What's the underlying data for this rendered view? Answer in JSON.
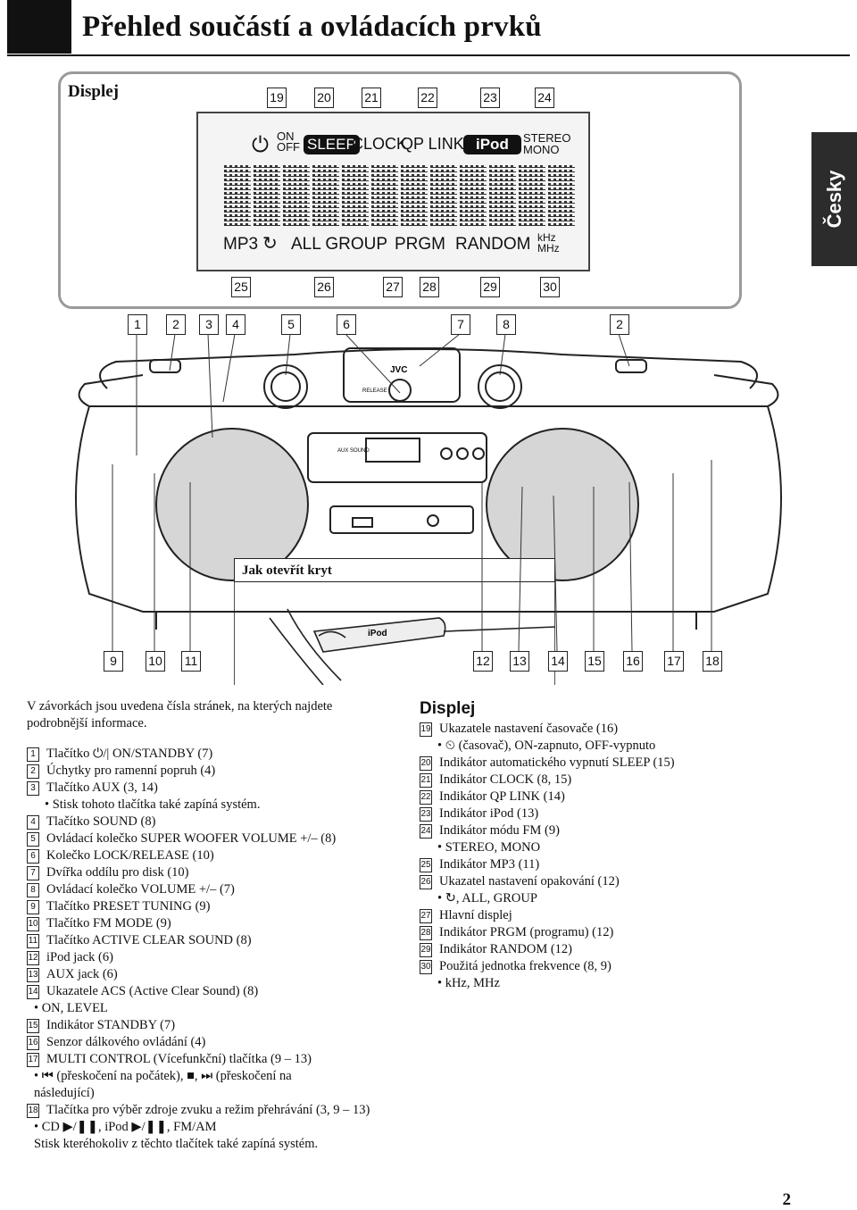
{
  "header": {
    "title": "Přehled součástí a ovládacích prvků"
  },
  "language_tab": "Česky",
  "display_section": {
    "label": "Displej",
    "top_callouts": [
      "19",
      "20",
      "21",
      "22",
      "23",
      "24"
    ],
    "bottom_callouts": [
      "25",
      "26",
      "27",
      "28",
      "29",
      "30"
    ],
    "lcd": {
      "on": "ON",
      "off": "OFF",
      "sleep": "SLEEP",
      "clock": "CLOCK",
      "qp_link": "QP LINK",
      "ipod": "iPod",
      "stereo": "STEREO",
      "mono": "MONO",
      "mp3": "MP3",
      "all_group": "ALL GROUP",
      "prgm": "PRGM",
      "random": "RANDOM",
      "khz": "kHz",
      "mhz": "MHz"
    }
  },
  "device_callouts_top": [
    "1",
    "2",
    "3",
    "4",
    "5",
    "6",
    "7",
    "8",
    "2"
  ],
  "device_callouts_bottom": [
    "9",
    "10",
    "11",
    "12",
    "13",
    "14",
    "15",
    "16",
    "17",
    "18"
  ],
  "device_labels": {
    "brand": "JVC",
    "release": "RELEASE",
    "aux": "AUX",
    "sound": "SOUND",
    "ipod_insert": "iPod"
  },
  "cover_caption": "Jak otevřít kryt",
  "intro": [
    "V závorkách jsou uvedena čísla stránek, na kterých najdete",
    "podrobnější informace."
  ],
  "parts_list": [
    {
      "n": "1",
      "text": "Tlačítko ⏻/| ON/STANDBY (7)"
    },
    {
      "n": "2",
      "text": "Úchytky pro ramenní popruh (4)"
    },
    {
      "n": "3",
      "text": "Tlačítko AUX (3, 14)"
    },
    {
      "sub": "• Stisk tohoto tlačítka také zapíná systém."
    },
    {
      "n": "4",
      "text": "Tlačítko SOUND (8)"
    },
    {
      "n": "5",
      "text": "Ovládací kolečko SUPER WOOFER VOLUME +/– (8)"
    },
    {
      "n": "6",
      "text": "Kolečko LOCK/RELEASE (10)"
    },
    {
      "n": "7",
      "text": "Dvířka oddílu pro disk (10)"
    },
    {
      "n": "8",
      "text": "Ovládací kolečko VOLUME +/– (7)"
    },
    {
      "n": "9",
      "text": "Tlačítko PRESET TUNING (9)"
    },
    {
      "n": "10",
      "text": "Tlačítko FM MODE (9)"
    },
    {
      "n": "11",
      "text": "Tlačítko ACTIVE CLEAR SOUND (8)"
    },
    {
      "n": "12",
      "text": "iPod jack (6)"
    },
    {
      "n": "13",
      "text": "AUX jack (6)"
    },
    {
      "n": "14",
      "text": "Ukazatele ACS (Active Clear Sound) (8)"
    },
    {
      "sub": "• ON, LEVEL"
    },
    {
      "n": "15",
      "text": "Indikátor STANDBY (7)"
    },
    {
      "n": "16",
      "text": "Senzor dálkového ovládání (4)"
    },
    {
      "n": "17",
      "text": "MULTI CONTROL (Vícefunkční) tlačítka (9 – 13)"
    },
    {
      "sub": "• ⏮ (přeskočení na počátek), ■, ⏭ (přeskočení na"
    },
    {
      "sub2": "následující)"
    },
    {
      "n": "18",
      "text": "Tlačítka pro výběr zdroje zvuku a režim přehrávání (3, 9 – 13)"
    },
    {
      "sub": "• CD ▶/❚❚, iPod ▶/❚❚, FM/AM"
    },
    {
      "sub2": "Stisk kteréhokoliv z těchto tlačítek také zapíná systém."
    }
  ],
  "display_list_title": "Displej",
  "display_list": [
    {
      "n": "19",
      "text": "Ukazatele nastavení časovače (16)"
    },
    {
      "sub": "• ⏲ (časovač), ON-zapnuto, OFF-vypnuto"
    },
    {
      "n": "20",
      "text": "Indikátor automatického vypnutí SLEEP (15)"
    },
    {
      "n": "21",
      "text": "Indikátor CLOCK (8, 15)"
    },
    {
      "n": "22",
      "text": "Indikátor QP LINK (14)"
    },
    {
      "n": "23",
      "text": "Indikátor iPod (13)"
    },
    {
      "n": "24",
      "text": "Indikátor módu FM (9)"
    },
    {
      "sub": "• STEREO, MONO"
    },
    {
      "n": "25",
      "text": "Indikátor MP3 (11)"
    },
    {
      "n": "26",
      "text": "Ukazatel nastavení opakování (12)"
    },
    {
      "sub": "• ↻, ALL, GROUP"
    },
    {
      "n": "27",
      "text": "Hlavní displej"
    },
    {
      "n": "28",
      "text": "Indikátor PRGM (programu) (12)"
    },
    {
      "n": "29",
      "text": "Indikátor RANDOM (12)"
    },
    {
      "n": "30",
      "text": "Použitá jednotka frekvence (8, 9)"
    },
    {
      "sub": "• kHz, MHz"
    }
  ],
  "page_number": "2"
}
